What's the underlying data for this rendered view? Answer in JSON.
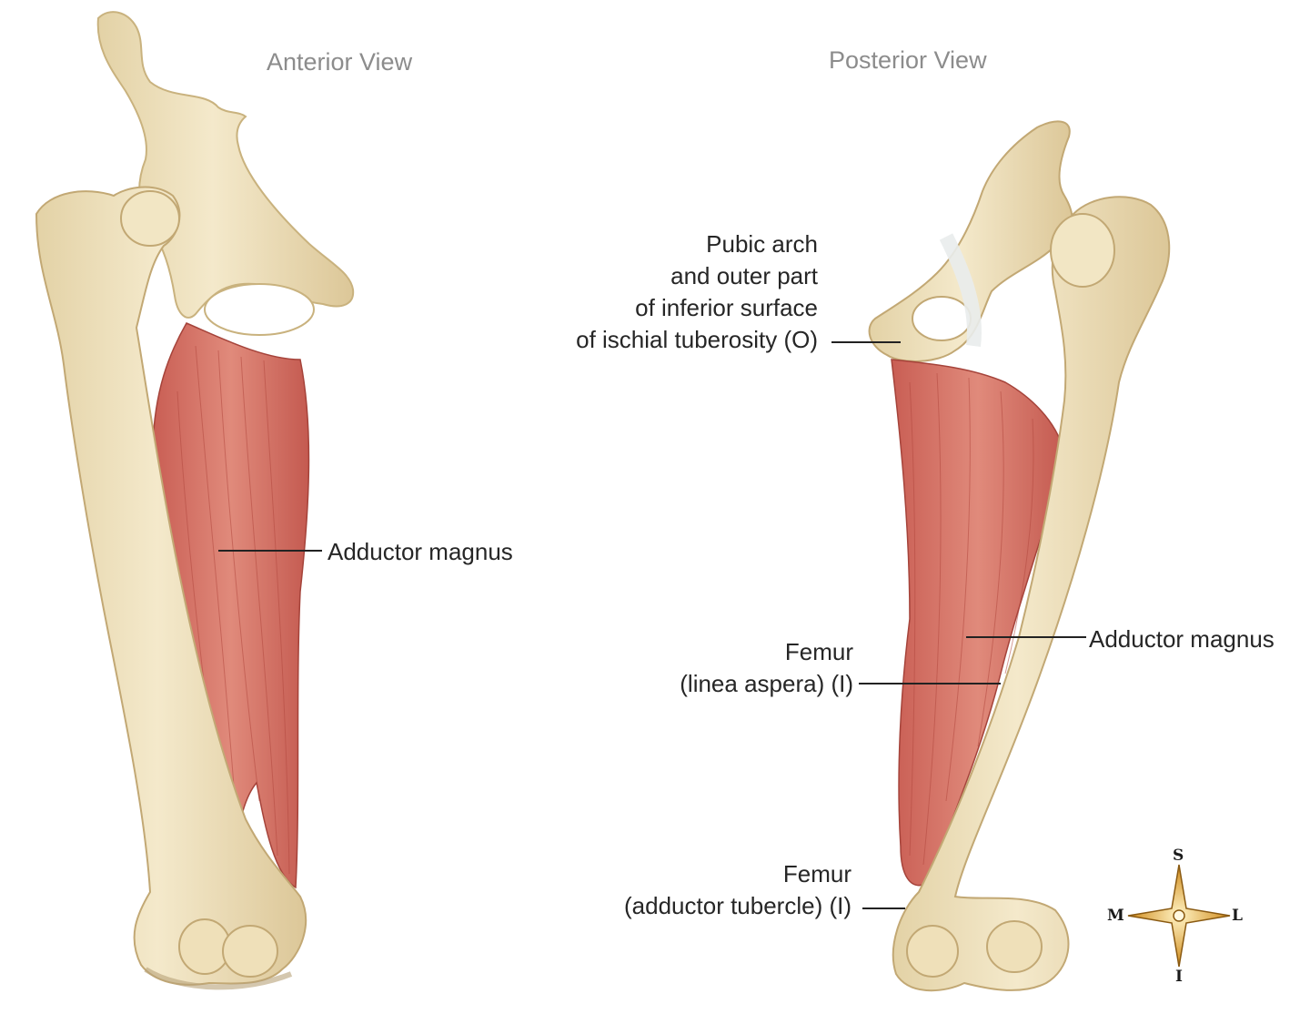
{
  "views": {
    "anterior": "Anterior View",
    "posterior": "Posterior View"
  },
  "labels": {
    "anterior_adductor": "Adductor magnus",
    "origin_lines": [
      "Pubic arch",
      "and outer part",
      "of inferior surface",
      "of ischial tuberosity (O)"
    ],
    "posterior_adductor": "Adductor magnus",
    "linea_aspera_lines": [
      "Femur",
      "(linea aspera) (I)"
    ],
    "adductor_tubercle_lines": [
      "Femur",
      "(adductor tubercle) (I)"
    ]
  },
  "compass": {
    "superior": "S",
    "inferior": "I",
    "medial": "M",
    "lateral": "L"
  },
  "colors": {
    "bone": "#efe2bf",
    "bone_shade": "#d9c697",
    "muscle": "#d9776a",
    "muscle_dark": "#b94c42",
    "title": "#8c8c8c"
  }
}
